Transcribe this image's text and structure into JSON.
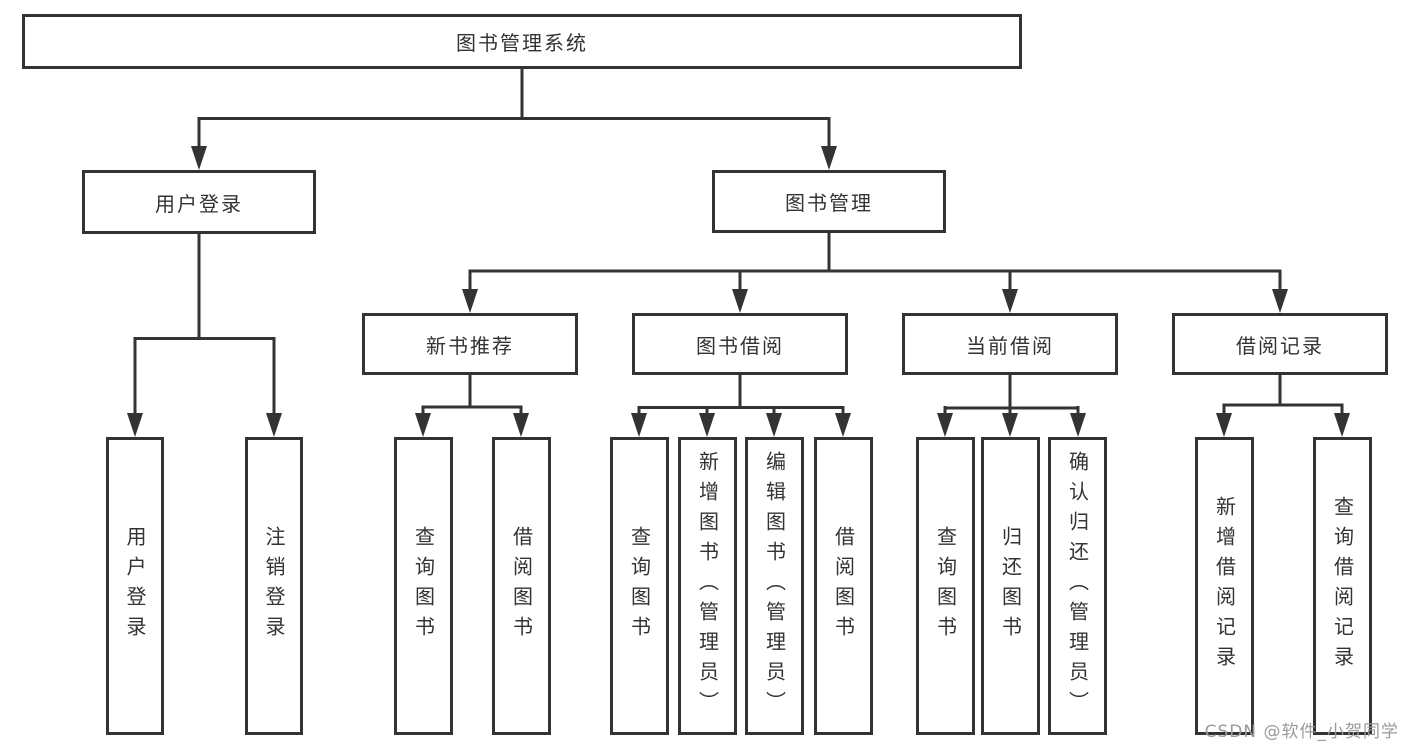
{
  "tree": {
    "root": {
      "label": "图书管理系统"
    },
    "branches": [
      {
        "label": "用户登录",
        "leaves": [
          {
            "label": "用户登录"
          },
          {
            "label": "注销登录"
          }
        ]
      },
      {
        "label": "图书管理",
        "sections": [
          {
            "label": "新书推荐",
            "leaves": [
              {
                "label": "查询图书"
              },
              {
                "label": "借阅图书"
              }
            ]
          },
          {
            "label": "图书借阅",
            "leaves": [
              {
                "label": "查询图书"
              },
              {
                "label": "新增图书（管理员）"
              },
              {
                "label": "编辑图书（管理员）"
              },
              {
                "label": "借阅图书"
              }
            ]
          },
          {
            "label": "当前借阅",
            "leaves": [
              {
                "label": "查询图书"
              },
              {
                "label": "归还图书"
              },
              {
                "label": "确认归还（管理员）"
              }
            ]
          },
          {
            "label": "借阅记录",
            "leaves": [
              {
                "label": "新增借阅记录"
              },
              {
                "label": "查询借阅记录"
              }
            ]
          }
        ]
      }
    ]
  },
  "watermark": {
    "text": "CSDN @软件_小贺同学"
  },
  "colors": {
    "line": "#333333",
    "box_border": "#333333",
    "text": "#333333",
    "watermark": "#9b9b9b",
    "background": "#ffffff"
  }
}
